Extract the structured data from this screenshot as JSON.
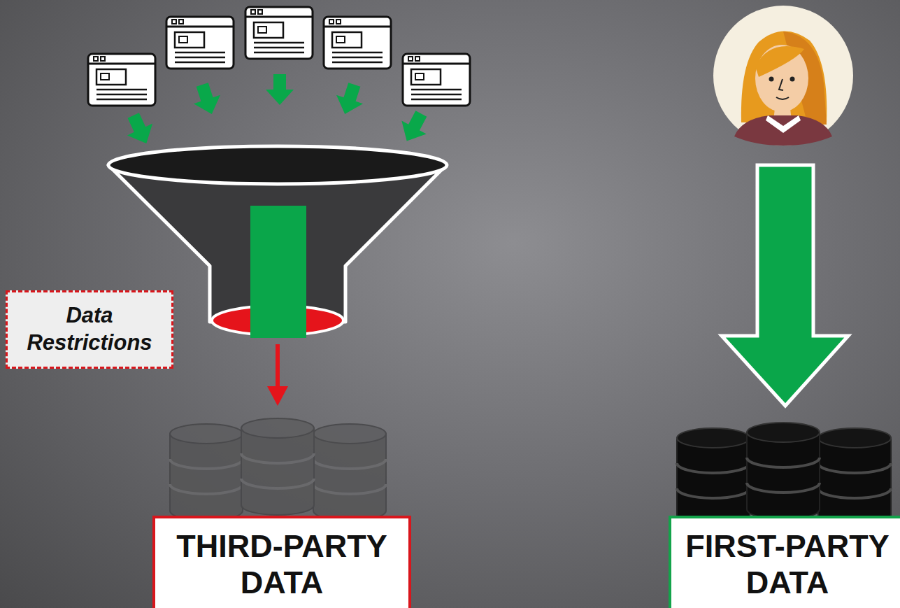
{
  "diagram": {
    "nodes": [
      {
        "text": [
          "Data Restrictions"
        ]
      },
      {
        "text": [
          "THIRD-PARTY DATA"
        ]
      },
      {
        "text": [
          "FIRST-PARTY DATA"
        ]
      }
    ]
  }
}
